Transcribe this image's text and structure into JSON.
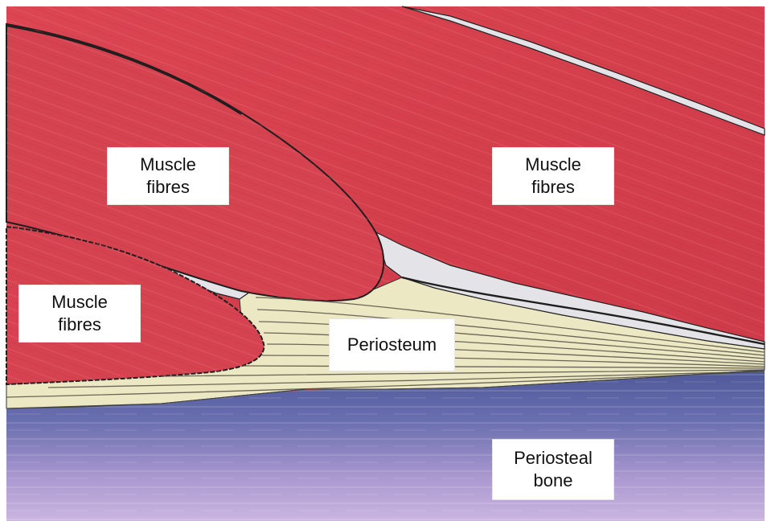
{
  "labels": {
    "muscle_upper_left": {
      "line1": "Muscle",
      "line2": "fibres"
    },
    "muscle_upper_right": {
      "line1": "Muscle",
      "line2": "fibres"
    },
    "muscle_lower_left": {
      "line1": "Muscle",
      "line2": "fibres"
    },
    "periosteum": {
      "line1": "Periosteum"
    },
    "periosteal_bone": {
      "line1": "Periosteal",
      "line2": "bone"
    }
  },
  "colors": {
    "muscle": "#d9424f",
    "muscle_dark": "#b52f3c",
    "periosteum": "#ece8c4",
    "fat_gap": "#e4e4e8",
    "bone_top": "#5a64a4",
    "bone_bottom": "#c3aedb",
    "outline": "#222222"
  }
}
